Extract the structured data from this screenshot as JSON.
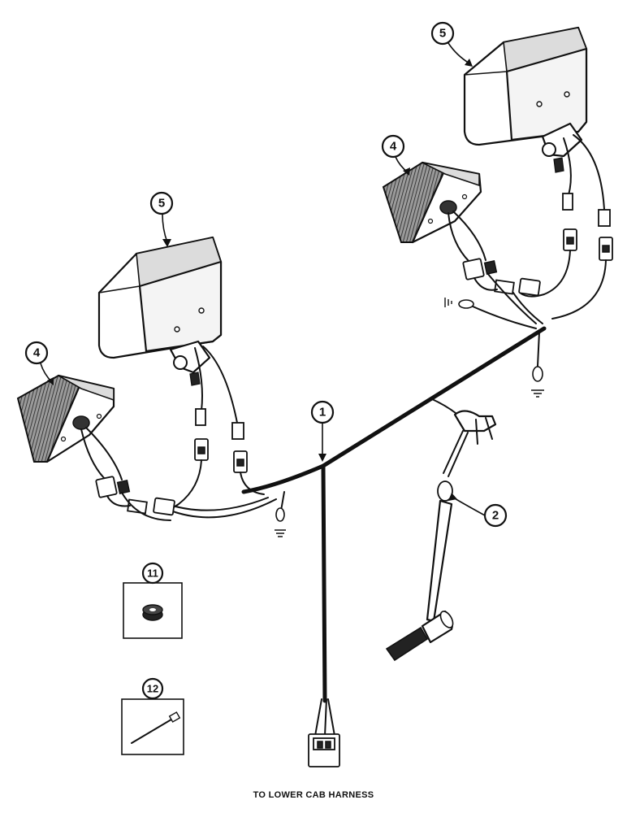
{
  "callouts": {
    "harness": "1",
    "switch": "2",
    "work_lamp_left": "4",
    "work_lamp_right": "4",
    "flood_lamp_left": "5",
    "flood_lamp_right": "5",
    "grommet": "11",
    "cable_tie": "12"
  },
  "caption": "TO LOWER CAB HARNESS"
}
